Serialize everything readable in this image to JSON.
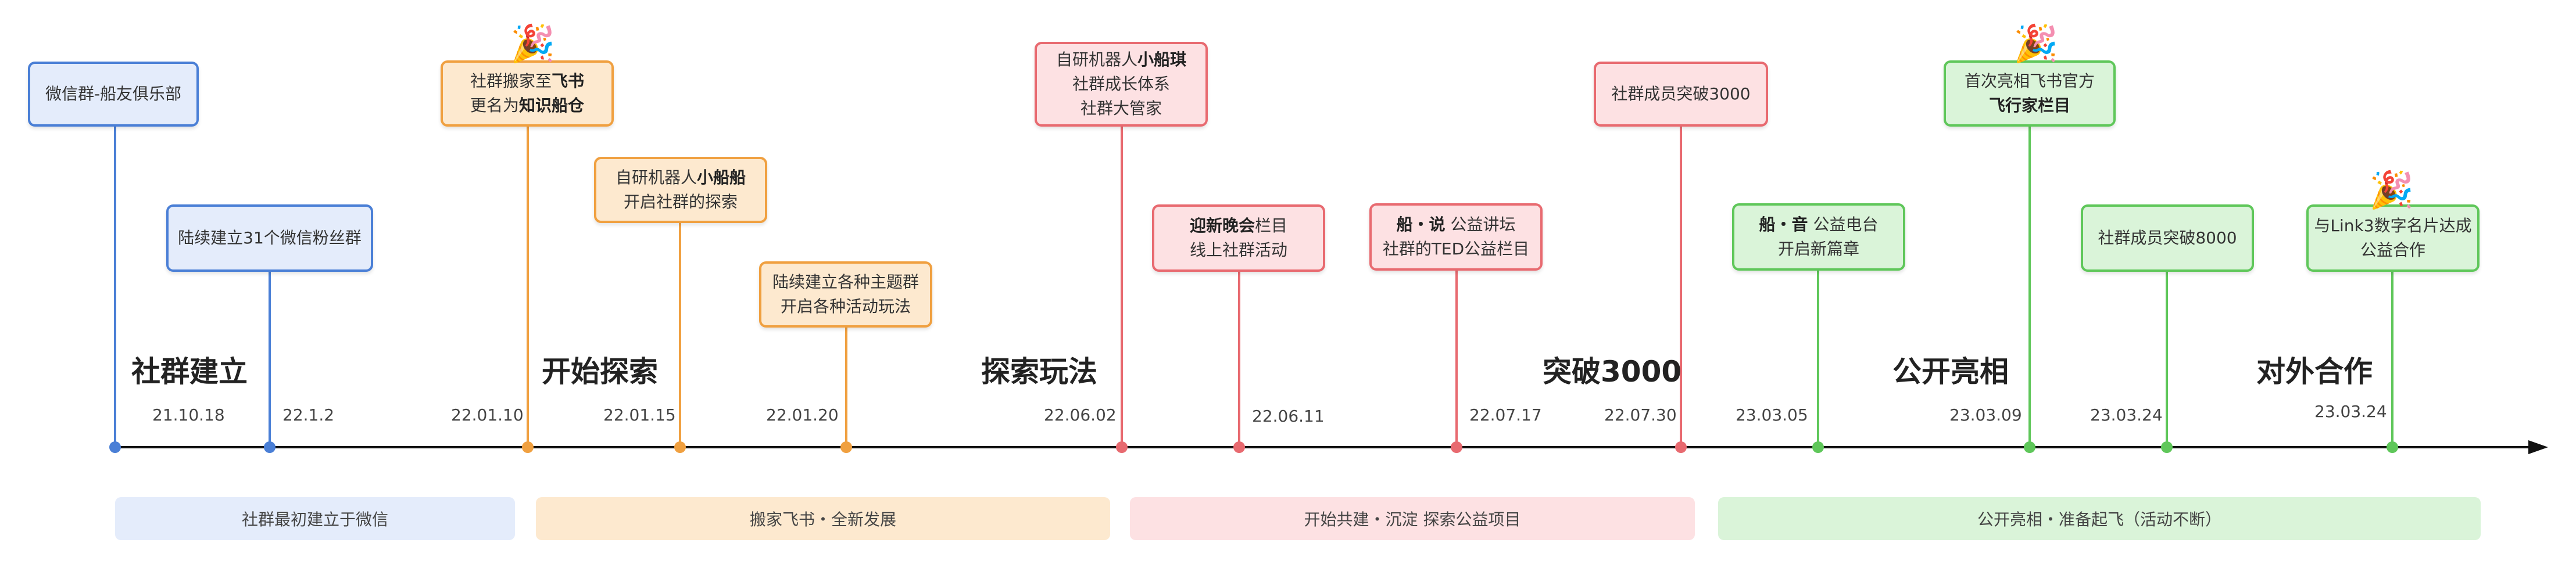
{
  "colors": {
    "blue": "#4a7fd6",
    "orange": "#f0a040",
    "red": "#e86a70",
    "green": "#5fc75a",
    "axis": "#111111"
  },
  "icons": {
    "celebration": "party-popper-icon"
  },
  "phases": [
    "社群建立",
    "开始探索",
    "探索玩法",
    "突破3000",
    "公开亮相",
    "对外合作"
  ],
  "events": [
    {
      "date": "21.10.18",
      "lines": [
        "微信群-船友俱乐部"
      ]
    },
    {
      "date": "22.1.2",
      "lines": [
        "陆续建立31个微信粉丝群"
      ]
    },
    {
      "date": "22.01.10",
      "lines": [
        "社群搬家至飞书",
        "更名为知识船仓"
      ]
    },
    {
      "date": "22.01.15",
      "lines": [
        "自研机器人小船船",
        "开启社群的探索"
      ]
    },
    {
      "date": "22.01.20",
      "lines": [
        "陆续建立各种主题群",
        "开启各种活动玩法"
      ]
    },
    {
      "date": "22.06.02",
      "lines": [
        "自研机器人小船琪",
        "社群成长体系",
        "社群大管家"
      ]
    },
    {
      "date": "22.06.11",
      "lines": [
        "迎新晚会栏目",
        "线上社群活动"
      ]
    },
    {
      "date": "22.07.17",
      "lines": [
        "船・说 公益讲坛",
        "社群的TED公益栏目"
      ]
    },
    {
      "date": "22.07.30",
      "lines": [
        "社群成员突破3000"
      ]
    },
    {
      "date": "23.03.05",
      "lines": [
        "船・音 公益电台",
        "开启新篇章"
      ]
    },
    {
      "date": "23.03.09",
      "lines": [
        "首次亮相飞书官方",
        "飞行家栏目"
      ]
    },
    {
      "date": "23.03.24",
      "lines": [
        "社群成员突破8000"
      ]
    },
    {
      "date": "23.03.24",
      "lines": [
        "与Link3数字名片达成",
        "公益合作"
      ]
    }
  ],
  "bands": [
    "社群最初建立于微信",
    "搬家飞书・全新发展",
    "开始共建・沉淀 探索公益项目",
    "公开亮相・准备起飞（活动不断）"
  ]
}
